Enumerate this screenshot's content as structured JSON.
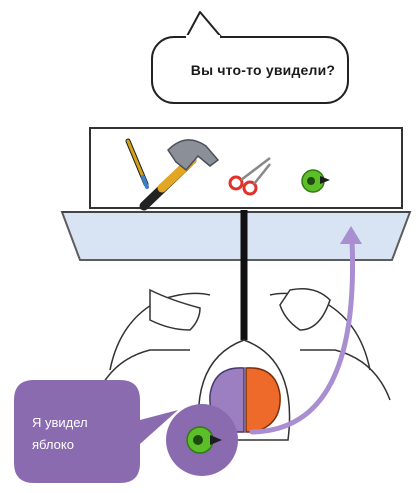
{
  "question_bubble": {
    "text": "Вы что-то увидели?"
  },
  "answer_bubble": {
    "line1": "Я увидел",
    "line2": "яблоко"
  },
  "objects": [
    "pencil-icon",
    "hammer-icon",
    "scissors-icon",
    "apple-icon"
  ],
  "colors": {
    "left_hemisphere": "#9b7fc0",
    "right_hemisphere": "#ee6a2a",
    "pathway_arrow": "#a98fd2",
    "screen": "#d6e3f3",
    "apple": "#5cbf2a",
    "answer_bubble": "#8a6bb0"
  }
}
